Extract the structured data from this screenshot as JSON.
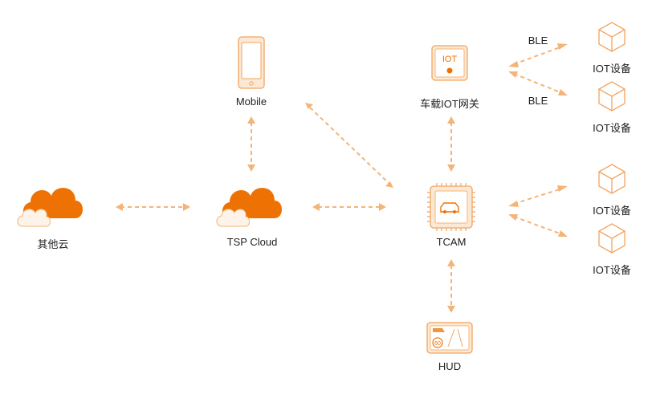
{
  "colors": {
    "accent": "#EE7203",
    "accent_light": "#F4B477",
    "icon_stroke": "#F2A460",
    "box_fill": "#FCE9D5",
    "cloud_small": "#FDF3E8",
    "text": "#222222"
  },
  "nodes": {
    "other_cloud": {
      "label": "其他云",
      "icon": "cloud-icon"
    },
    "tsp_cloud": {
      "label": "TSP Cloud",
      "icon": "cloud-icon"
    },
    "mobile": {
      "label": "Mobile",
      "icon": "phone-icon"
    },
    "iot_gateway": {
      "label": "车载IOT网关",
      "icon": "iot-gateway-icon",
      "icon_text": "IOT"
    },
    "tcam": {
      "label": "TCAM",
      "icon": "chip-car-icon"
    },
    "hud": {
      "label": "HUD",
      "icon": "hud-icon",
      "icon_text": "60"
    },
    "iot_devices": [
      {
        "label": "IOT设备",
        "icon": "cube-icon"
      },
      {
        "label": "IOT设备",
        "icon": "cube-icon"
      },
      {
        "label": "IOT设备",
        "icon": "cube-icon"
      },
      {
        "label": "IOT设备",
        "icon": "cube-icon"
      }
    ]
  },
  "edges": {
    "ble_top": "BLE",
    "ble_bottom": "BLE"
  }
}
